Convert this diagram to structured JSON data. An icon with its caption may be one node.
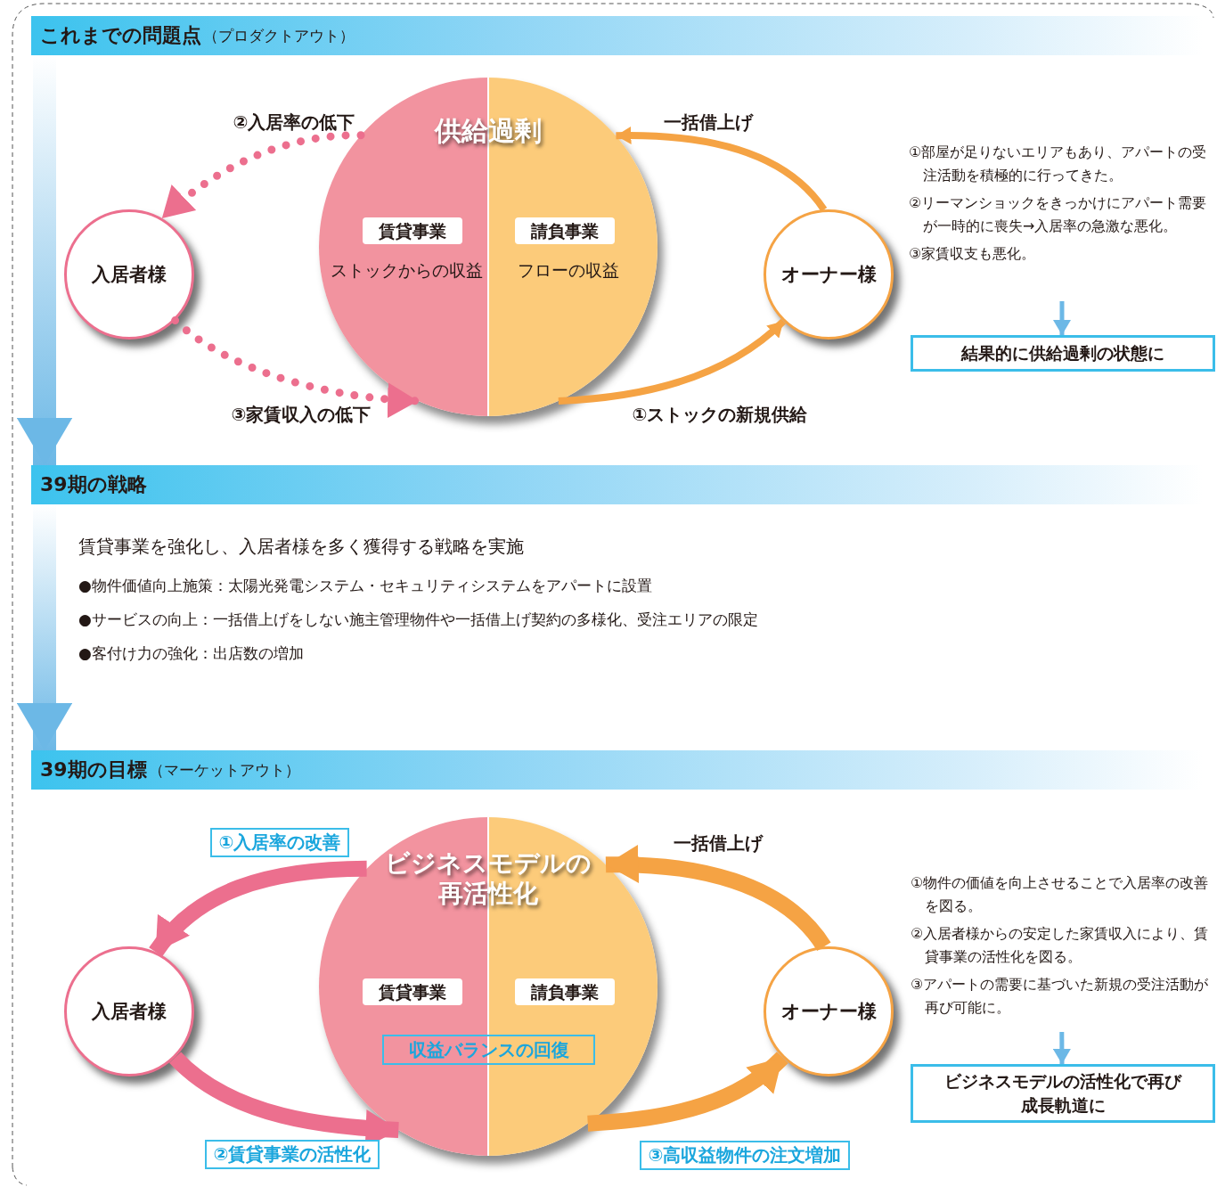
{
  "diagram": {
    "nodes": [
      {
        "text": [
          "これまでの問題点",
          "（プロダクトアウト）"
        ]
      },
      {
        "text": [
          "入居者様"
        ]
      },
      {
        "text": [
          "供給過剰",
          "ストックからの収益",
          "フローの収益"
        ]
      },
      {
        "text": [
          "賃貸事業"
        ],
        "in": 2
      },
      {
        "text": [
          "請負事業"
        ],
        "in": 2
      },
      {
        "text": [
          "オーナー様"
        ]
      },
      {
        "text": [
          "①部屋が足りないエリアもあり、アパートの受注活動を積極的に行ってきた。",
          "②リーマンショックをきっかけにアパート需要が一時的に喪失→入居率の急激な悪化。",
          "③家賃収支も悪化。"
        ]
      },
      {
        "text": [
          "結果的に供給過剰の状態に"
        ]
      },
      {
        "text": [
          "39期の戦略"
        ]
      },
      {
        "text": [
          "39期の目標",
          "（マーケットアウト）"
        ]
      },
      {
        "text": [
          "入居者様"
        ]
      },
      {
        "text": [
          "ビジネスモデルの再活性化"
        ]
      },
      {
        "text": [
          "賃貸事業"
        ],
        "in": 11
      },
      {
        "text": [
          "請負事業"
        ],
        "in": 11
      },
      {
        "text": [
          "収益バランスの回復"
        ],
        "in": 11
      },
      {
        "text": [
          "オーナー様"
        ]
      },
      {
        "text": [
          "①物件の価値を向上させることで入居率の改善を図る。",
          "②入居者様からの安定した家賃収入により、賃貸事業の活性化を図る。",
          "③アパートの需要に基づいた新規の受注活動が再び可能に。"
        ]
      },
      {
        "text": [
          "ビジネスモデルの活性化で再び成長軌道に"
        ]
      }
    ],
    "edges": [
      {
        "from": 2,
        "to": 1,
        "arrow": "to",
        "label": "②入居率の低下",
        "style": "dashed",
        "color": "#ec6f8e"
      },
      {
        "from": 1,
        "to": 2,
        "arrow": "to",
        "label": "③家賃収入の低下",
        "style": "dashed",
        "color": "#ec6f8e"
      },
      {
        "from": 2,
        "to": 5,
        "arrow": "to",
        "label": "①ストックの新規供給",
        "color": "#f5a344"
      },
      {
        "from": 5,
        "to": 2,
        "arrow": "to",
        "label": "一括借上げ",
        "color": "#f5a344"
      },
      {
        "from": 6,
        "to": 7,
        "arrow": "to",
        "color": "#6cb8e6"
      },
      {
        "from": 0,
        "to": 8,
        "arrow": "to",
        "style": "thick",
        "color": "#6cb8e6"
      },
      {
        "from": 8,
        "to": 9,
        "arrow": "to",
        "style": "thick",
        "color": "#6cb8e6"
      },
      {
        "from": 11,
        "to": 10,
        "arrow": "to",
        "label": "①入居率の改善",
        "style": "thick",
        "color": "#ec6f8e"
      },
      {
        "from": 10,
        "to": 11,
        "arrow": "to",
        "label": "②賃貸事業の活性化",
        "style": "thick",
        "color": "#ec6f8e"
      },
      {
        "from": 11,
        "to": 15,
        "arrow": "to",
        "label": "③高収益物件の注文増加",
        "style": "thick",
        "color": "#f5a344"
      },
      {
        "from": 15,
        "to": 11,
        "arrow": "to",
        "label": "一括借上げ",
        "style": "thick",
        "color": "#f5a344"
      },
      {
        "from": 16,
        "to": 17,
        "arrow": "to",
        "color": "#6cb8e6"
      }
    ],
    "labels": [
      "賃貸事業を強化し、入居者様を多く獲得する戦略を実施",
      "●物件価値向上施策：太陽光発電システム・セキュリティシステムをアパートに設置",
      "●サービスの向上：一括借上げをしない施主管理物件や一括借上げ契約の多様化、受注エリアの限定",
      "●客付け力の強化：出店数の増加"
    ]
  }
}
